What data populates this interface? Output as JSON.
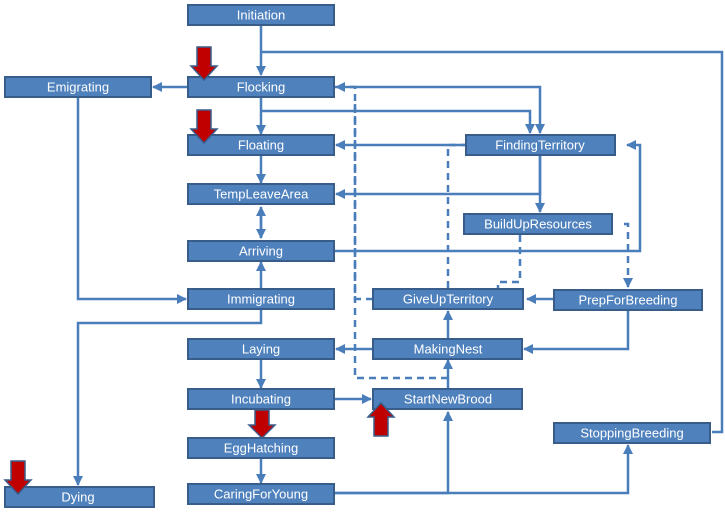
{
  "nodes": {
    "initiation": "Initiation",
    "emigrating": "Emigrating",
    "flocking": "Flocking",
    "floating": "Floating",
    "finding_territory": "FindingTerritory",
    "temp_leave_area": "TempLeaveArea",
    "build_up_resources": "BuildUpResources",
    "arriving": "Arriving",
    "immigrating": "Immigrating",
    "give_up_territory": "GiveUpTerritory",
    "prep_for_breeding": "PrepForBreeding",
    "laying": "Laying",
    "making_nest": "MakingNest",
    "incubating": "Incubating",
    "start_new_brood": "StartNewBrood",
    "egg_hatching": "EggHatching",
    "stopping_breeding": "StoppingBreeding",
    "caring_for_young": "CaringForYoung",
    "dying": "Dying"
  },
  "colors": {
    "node_fill": "#4f81bd",
    "node_border": "#385d8a",
    "edge": "#4a7ebb",
    "marker_arrow": "#c00000",
    "text": "#ffffff"
  }
}
